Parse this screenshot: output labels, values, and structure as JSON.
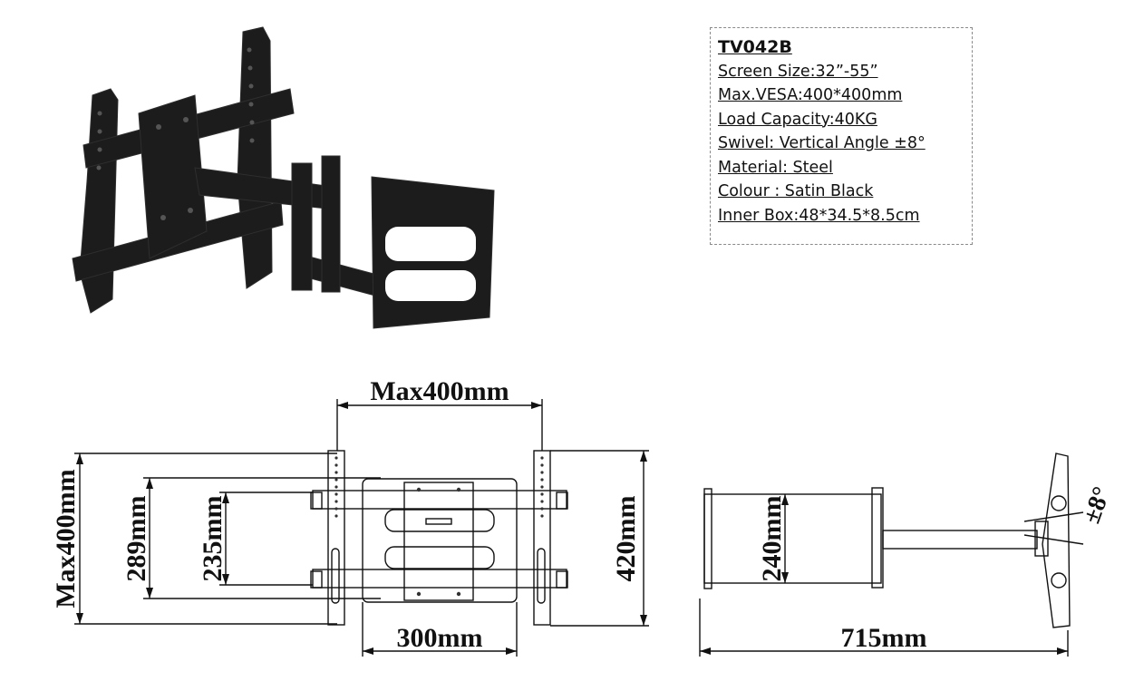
{
  "specs": {
    "model": "TV042B",
    "lines": [
      "Screen Size:32”-55”",
      "Max.VESA:400*400mm",
      "Load Capacity:40KG",
      "Swivel: Vertical Angle ±8°",
      "Material: Steel",
      "Colour : Satin Black",
      "Inner Box:48*34.5*8.5cm"
    ]
  },
  "front_view": {
    "max_width": "Max400mm",
    "max_height": "Max400mm",
    "dim_289": "289mm",
    "dim_235": "235mm",
    "dim_420": "420mm",
    "dim_300": "300mm"
  },
  "side_view": {
    "dim_240": "240mm",
    "dim_715": "715mm",
    "tilt": "±8°"
  },
  "colors": {
    "steel": "#1c1c1c",
    "line": "#111111"
  }
}
